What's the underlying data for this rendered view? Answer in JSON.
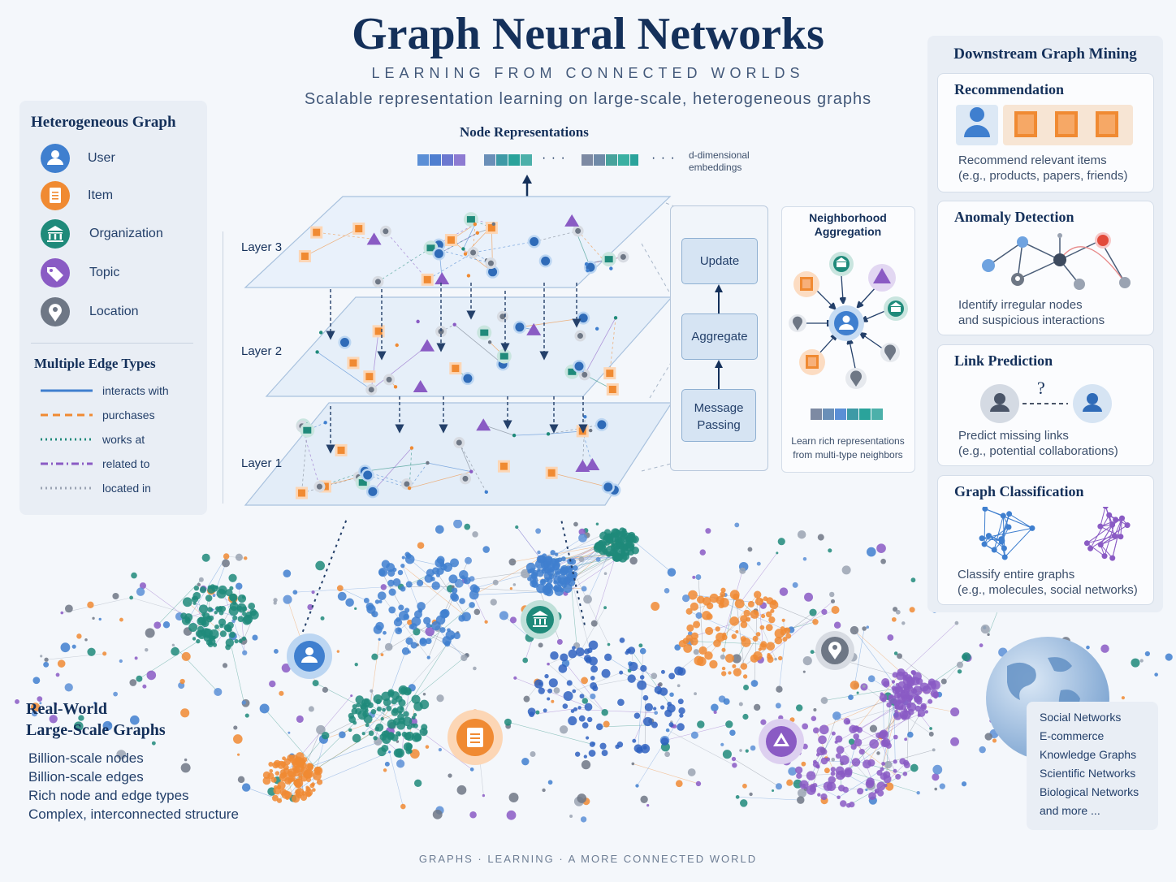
{
  "title": "Graph Neural Networks",
  "subtitle": "LEARNING FROM CONNECTED WORLDS",
  "tagline": "Scalable representation learning on large-scale, heterogeneous graphs",
  "legend": {
    "title": "Heterogeneous Graph",
    "nodes": [
      {
        "label": "User",
        "icon": "user-icon",
        "color": "#3f7fcf"
      },
      {
        "label": "Item",
        "icon": "document-icon",
        "color": "#f08a32"
      },
      {
        "label": "Organization",
        "icon": "institution-icon",
        "color": "#1f8a7a"
      },
      {
        "label": "Topic",
        "icon": "tag-icon",
        "color": "#8a5bc4"
      },
      {
        "label": "Location",
        "icon": "location-pin-icon",
        "color": "#6e7785"
      }
    ],
    "edges_title": "Multiple Edge Types",
    "edges": [
      {
        "label": "interacts with",
        "color": "#3f7fcf",
        "style": "solid"
      },
      {
        "label": "purchases",
        "color": "#f08a32",
        "style": "dashed"
      },
      {
        "label": "works at",
        "color": "#1f8a7a",
        "style": "dotted"
      },
      {
        "label": "related to",
        "color": "#8a5bc4",
        "style": "dash-dot"
      },
      {
        "label": "located in",
        "color": "#9aa3b2",
        "style": "dotted"
      }
    ]
  },
  "center": {
    "node_repr_title": "Node Representations",
    "embedding_note": "d-dimensional embeddings",
    "ellipsis": "· · ·",
    "layers": [
      "Layer 3",
      "Layer 2",
      "Layer 1"
    ],
    "steps": [
      "Update",
      "Aggregate",
      "Message Passing"
    ],
    "neighborhood_title": "Neighborhood Aggregation",
    "neighborhood_desc": "Learn rich representations from multi-type neighbors"
  },
  "downstream": {
    "title": "Downstream Graph Mining",
    "cards": [
      {
        "title": "Recommendation",
        "desc1": "Recommend relevant items",
        "desc2": "(e.g., products, papers, friends)"
      },
      {
        "title": "Anomaly Detection",
        "desc1": "Identify irregular nodes",
        "desc2": "and suspicious interactions"
      },
      {
        "title": "Link Prediction",
        "desc1": "Predict missing links",
        "desc2": "(e.g., potential collaborations)",
        "mark": "?"
      },
      {
        "title": "Graph Classification",
        "desc1": "Classify entire graphs",
        "desc2": "(e.g., molecules, social networks)"
      }
    ]
  },
  "realworld": {
    "title1": "Real-World",
    "title2": "Large-Scale Graphs",
    "lines": [
      "Billion-scale nodes",
      "Billion-scale edges",
      "Rich node and edge types",
      "Complex, interconnected structure"
    ]
  },
  "domains": [
    "Social Networks",
    "E-commerce",
    "Knowledge Graphs",
    "Scientific Networks",
    "Biological Networks",
    "and more ..."
  ],
  "footer": "GRAPHS   ·   LEARNING   ·   A MORE CONNECTED WORLD"
}
